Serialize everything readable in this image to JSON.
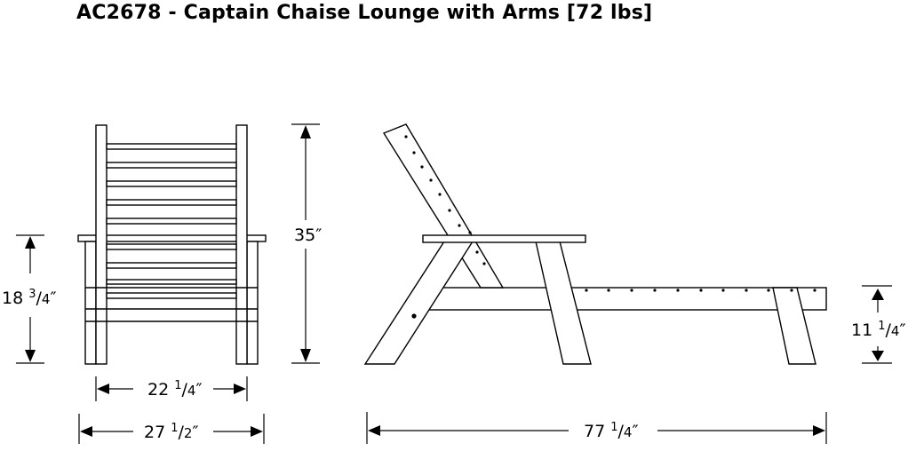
{
  "title": "AC2678 -  Captain Chaise Lounge with Arms [72 lbs]",
  "dimensions": {
    "arm_height": {
      "whole": "18",
      "num": "3",
      "den": "4",
      "unit": "″"
    },
    "total_height": {
      "whole": "35",
      "unit": "″"
    },
    "seat_width": {
      "whole": "22",
      "num": "1",
      "den": "4",
      "unit": "″"
    },
    "overall_width": {
      "whole": "27",
      "num": "1",
      "den": "2",
      "unit": "″"
    },
    "overall_length": {
      "whole": "77",
      "num": "1",
      "den": "4",
      "unit": "″"
    },
    "seat_height": {
      "whole": "11",
      "num": "1",
      "den": "4",
      "unit": "″"
    }
  }
}
